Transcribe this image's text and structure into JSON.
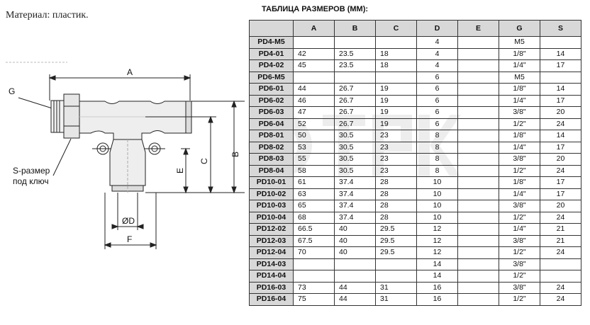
{
  "material": "Материал: пластик.",
  "drawing": {
    "labels": {
      "A": "A",
      "G": "G",
      "B": "B",
      "C": "C",
      "E": "E",
      "OD": "ØD",
      "F": "F",
      "s_line1": "S-размер",
      "s_line2": "под ключ"
    }
  },
  "table": {
    "title": "ТАБЛИЦА РАЗМЕРОВ (ММ):",
    "headers": [
      "",
      "A",
      "B",
      "C",
      "D",
      "E",
      "G",
      "S"
    ],
    "rows": [
      [
        "PD4-M5",
        "",
        "",
        "",
        "4",
        "",
        "M5",
        ""
      ],
      [
        "PD4-01",
        "42",
        "23.5",
        "18",
        "4",
        "",
        "1/8\"",
        "14"
      ],
      [
        "PD4-02",
        "45",
        "23.5",
        "18",
        "4",
        "",
        "1/4\"",
        "17"
      ],
      [
        "PD6-M5",
        "",
        "",
        "",
        "6",
        "",
        "M5",
        ""
      ],
      [
        "PD6-01",
        "44",
        "26.7",
        "19",
        "6",
        "",
        "1/8\"",
        "14"
      ],
      [
        "PD6-02",
        "46",
        "26.7",
        "19",
        "6",
        "",
        "1/4\"",
        "17"
      ],
      [
        "PD6-03",
        "47",
        "26.7",
        "19",
        "6",
        "",
        "3/8\"",
        "20"
      ],
      [
        "PD6-04",
        "52",
        "26.7",
        "19",
        "6",
        "",
        "1/2\"",
        "24"
      ],
      [
        "PD8-01",
        "50",
        "30.5",
        "23",
        "8",
        "",
        "1/8\"",
        "14"
      ],
      [
        "PD8-02",
        "53",
        "30.5",
        "23",
        "8",
        "",
        "1/4\"",
        "17"
      ],
      [
        "PD8-03",
        "55",
        "30.5",
        "23",
        "8",
        "",
        "3/8\"",
        "20"
      ],
      [
        "PD8-04",
        "58",
        "30.5",
        "23",
        "8",
        "",
        "1/2\"",
        "24"
      ],
      [
        "PD10-01",
        "61",
        "37.4",
        "28",
        "10",
        "",
        "1/8\"",
        "17"
      ],
      [
        "PD10-02",
        "63",
        "37.4",
        "28",
        "10",
        "",
        "1/4\"",
        "17"
      ],
      [
        "PD10-03",
        "65",
        "37.4",
        "28",
        "10",
        "",
        "3/8\"",
        "20"
      ],
      [
        "PD10-04",
        "68",
        "37.4",
        "28",
        "10",
        "",
        "1/2\"",
        "24"
      ],
      [
        "PD12-02",
        "66.5",
        "40",
        "29.5",
        "12",
        "",
        "1/4\"",
        "21"
      ],
      [
        "PD12-03",
        "67.5",
        "40",
        "29.5",
        "12",
        "",
        "3/8\"",
        "21"
      ],
      [
        "PD12-04",
        "70",
        "40",
        "29.5",
        "12",
        "",
        "1/2\"",
        "24"
      ],
      [
        "PD14-03",
        "",
        "",
        "",
        "14",
        "",
        "3/8\"",
        ""
      ],
      [
        "PD14-04",
        "",
        "",
        "",
        "14",
        "",
        "1/2\"",
        ""
      ],
      [
        "PD16-03",
        "73",
        "44",
        "31",
        "16",
        "",
        "3/8\"",
        "24"
      ],
      [
        "PD16-04",
        "75",
        "44",
        "31",
        "16",
        "",
        "1/2\"",
        "24"
      ]
    ]
  }
}
